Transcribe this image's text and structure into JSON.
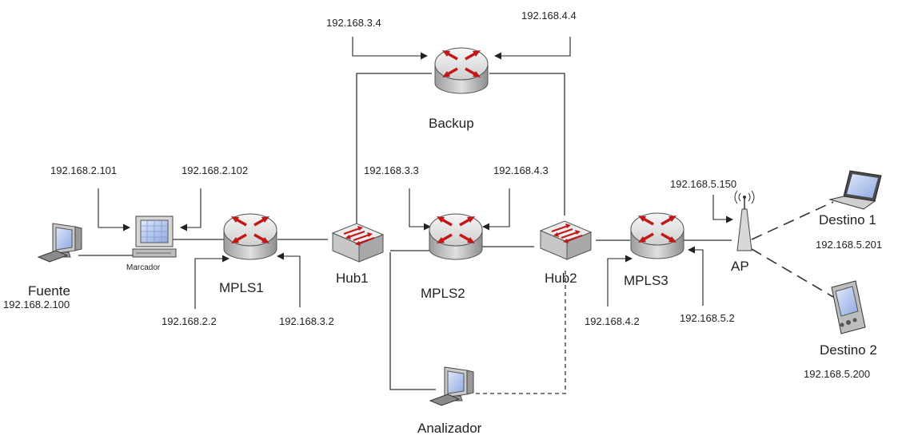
{
  "colors": {
    "line": "#333333",
    "router_top": "#e8e8e8",
    "router_side": "#b5b5b5",
    "arrow_red": "#c01818",
    "hub_face": "#dcdcdc",
    "screen_blue": "#9fb6e8"
  },
  "icons": {
    "router": "router-icon",
    "hub": "hub-switch-icon",
    "pc": "desktop-computer-icon",
    "laptop": "laptop-icon",
    "pda": "pda-icon",
    "ap": "wireless-access-point-icon"
  },
  "nodes": {
    "backup": {
      "name": "Backup",
      "ip_left": "192.168.3.4",
      "ip_right": "192.168.4.4"
    },
    "mpls1": {
      "name": "MPLS1",
      "ip_left": "192.168.2.2",
      "ip_right": "192.168.3.2"
    },
    "mpls2": {
      "name": "MPLS2",
      "ip_left": "192.168.3.3",
      "ip_right": "192.168.4.3"
    },
    "mpls3": {
      "name": "MPLS3",
      "ip_left": "192.168.4.2",
      "ip_right": "192.168.5.2"
    },
    "hub1": {
      "name": "Hub1"
    },
    "hub2": {
      "name": "Hub2"
    },
    "marcador": {
      "name": "Marcador",
      "ip_left": "192.168.2.101",
      "ip_right": "192.168.2.102"
    },
    "fuente": {
      "name": "Fuente",
      "ip": "192.168.2.100"
    },
    "analizador": {
      "name": "Analizador"
    },
    "ap": {
      "name": "AP",
      "ip": "192.168.5.150"
    },
    "destino1": {
      "name": "Destino 1",
      "ip": "192.168.5.201"
    },
    "destino2": {
      "name": "Destino 2",
      "ip": "192.168.5.200"
    }
  }
}
